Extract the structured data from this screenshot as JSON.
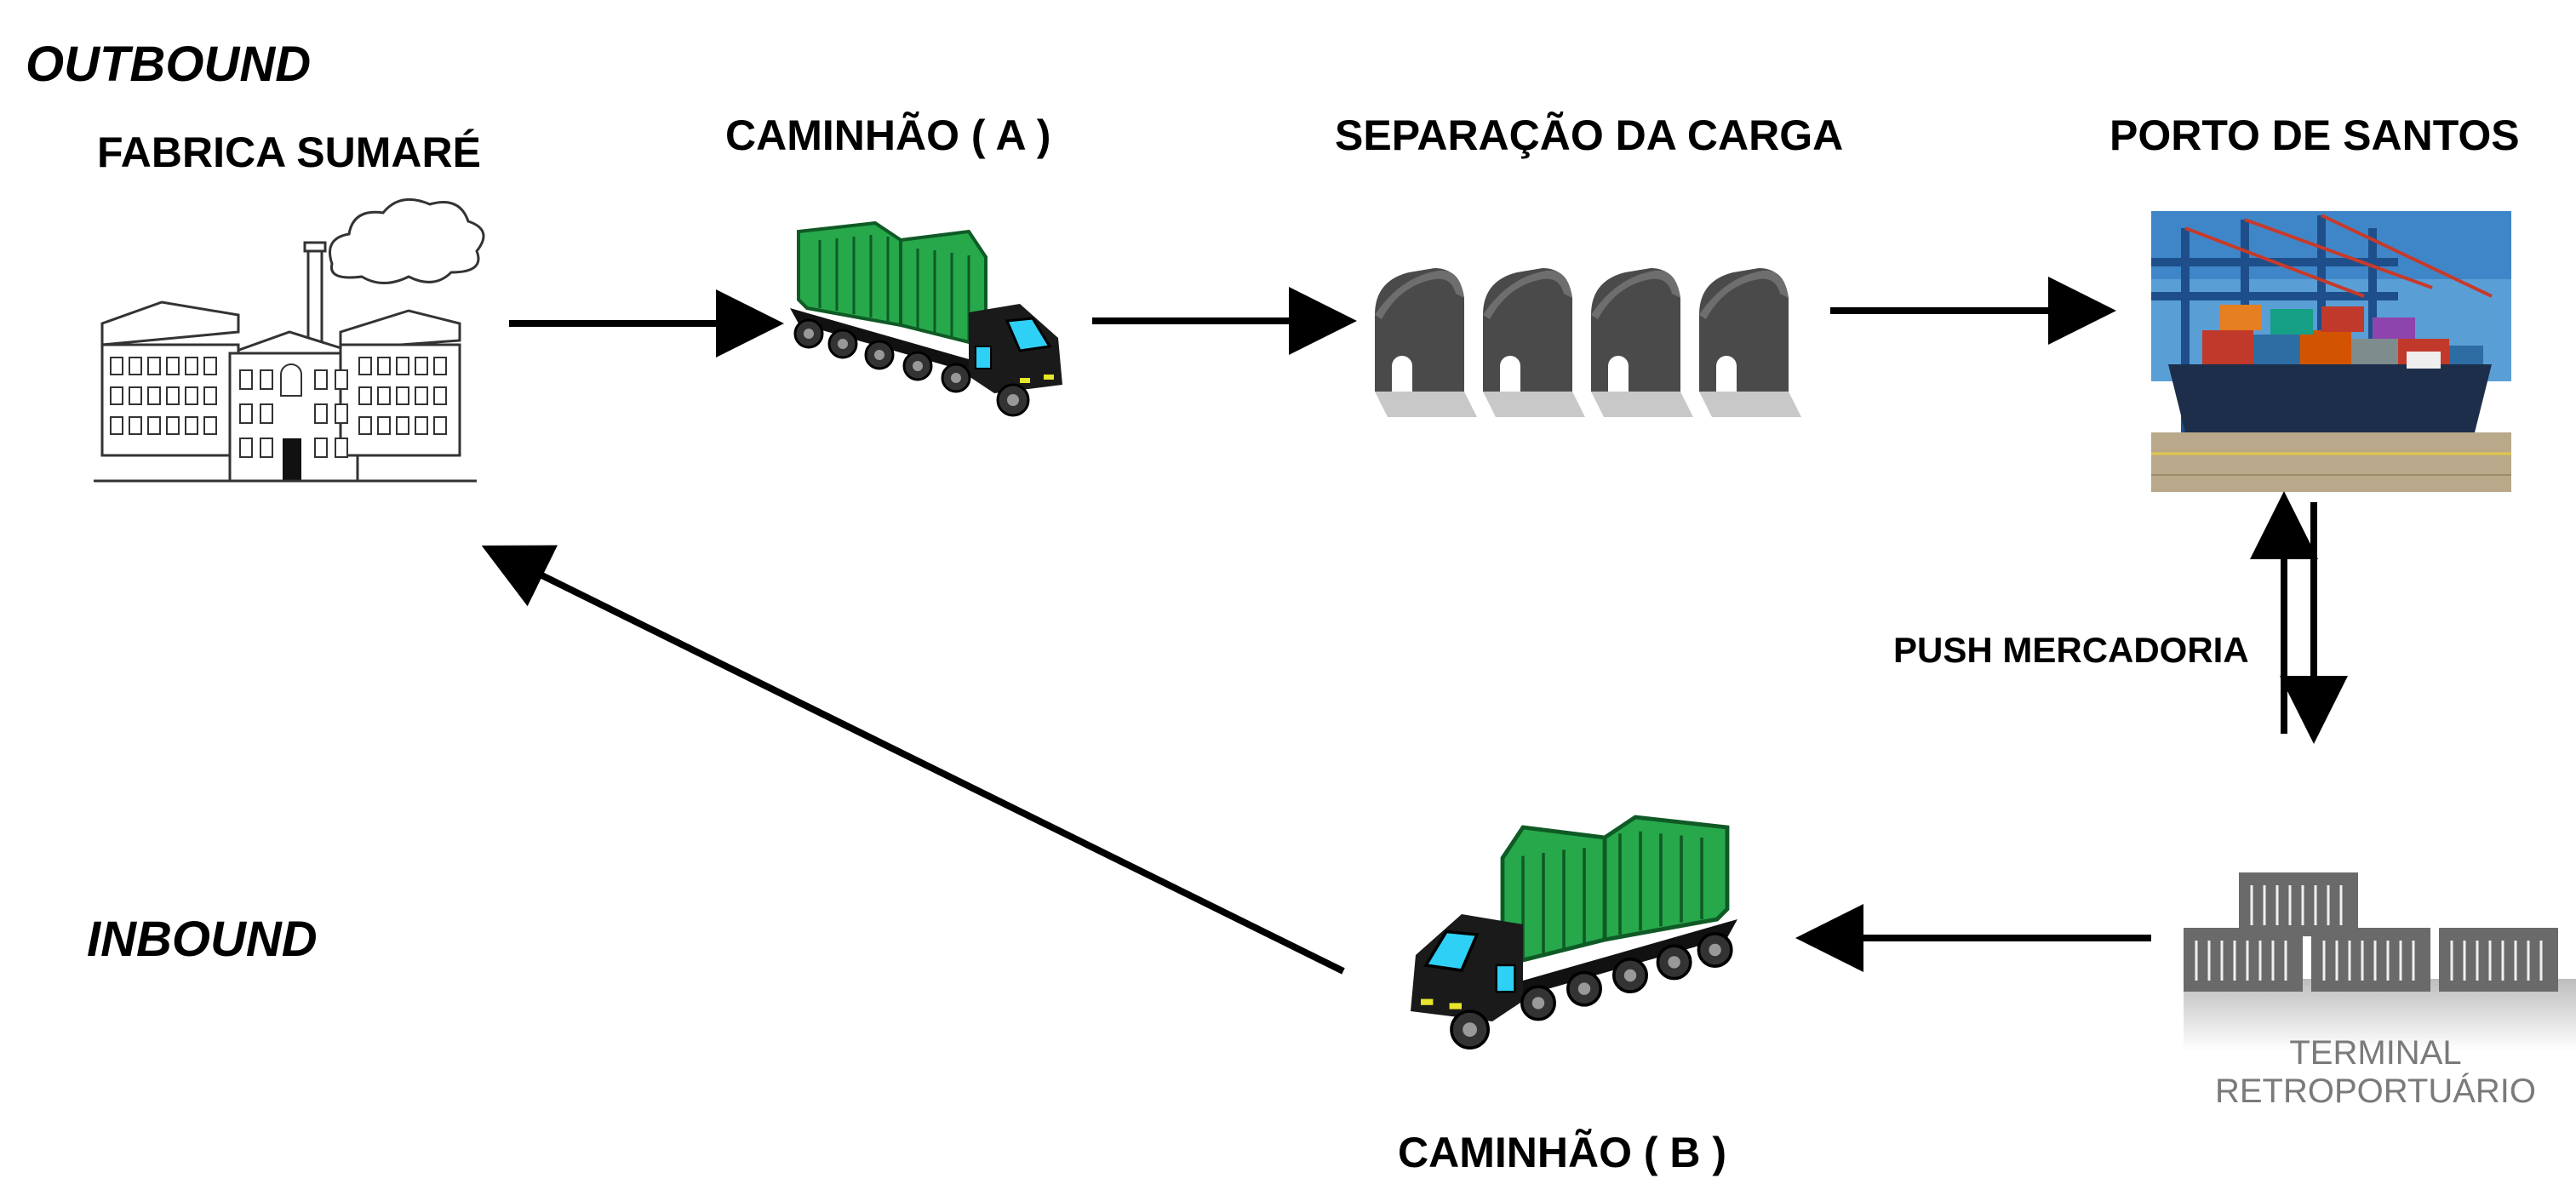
{
  "sections": {
    "outbound": "OUTBOUND",
    "inbound": "INBOUND"
  },
  "nodes": {
    "factory": "FABRICA SUMARÉ",
    "truck_a": "CAMINHÃO  ( A )",
    "separation": "SEPARAÇÃO DA CARGA",
    "port": "PORTO DE SANTOS",
    "terminal_line1": "TERMINAL",
    "terminal_line2": "RETROPORTUÁRIO",
    "truck_b": "CAMINHÃO ( B )"
  },
  "edges": {
    "push_label": "PUSH MERCADORIA"
  },
  "colors": {
    "truck_green": "#22a84a",
    "truck_cab": "#1a1a1a",
    "window": "#2fd0f5",
    "warehouse": "#4a4a4a",
    "container": "#6a6a6a"
  }
}
